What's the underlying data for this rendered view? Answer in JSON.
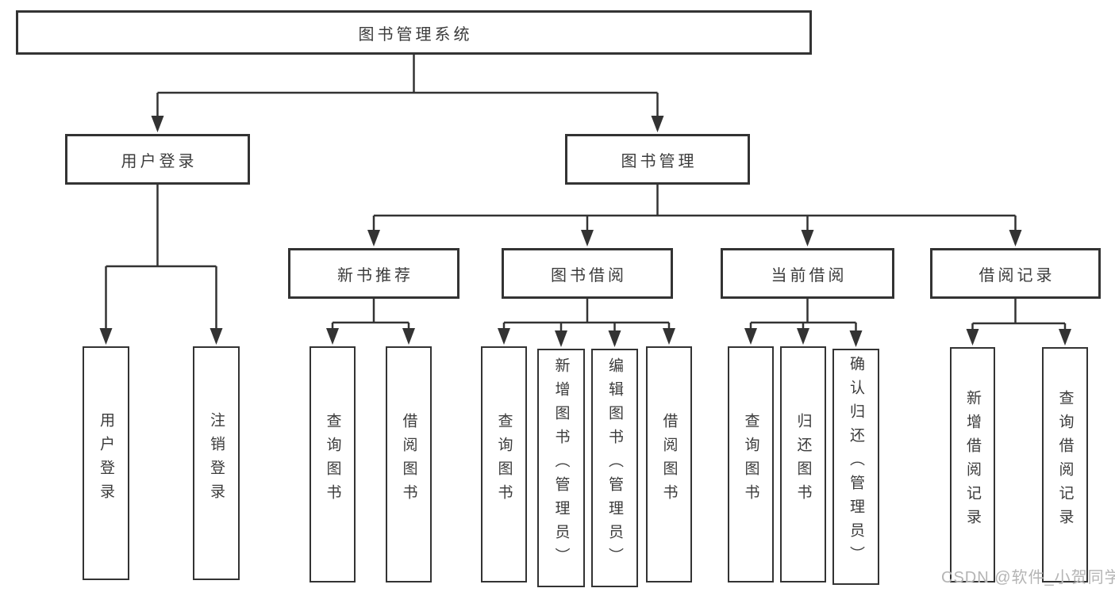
{
  "diagram": {
    "title": "图书管理系统",
    "level2": [
      "用户登录",
      "图书管理"
    ],
    "level3": [
      "新书推荐",
      "图书借阅",
      "当前借阅",
      "借阅记录"
    ],
    "level4": [
      "用户登录",
      "注销登录",
      "查询图书",
      "借阅图书",
      "查询图书",
      "新增图书（管理员）",
      "编辑图书（管理员）",
      "借阅图书",
      "查询图书",
      "归还图书",
      "确认归还（管理员）",
      "新增借阅记录",
      "查询借阅记录"
    ]
  },
  "watermark": "CSDN @软件_小贺同学",
  "colors": {
    "line": "#333333",
    "box_border": "#333333",
    "text": "#3b3b3b",
    "background": "#ffffff",
    "watermark": "#b4b4b4"
  }
}
